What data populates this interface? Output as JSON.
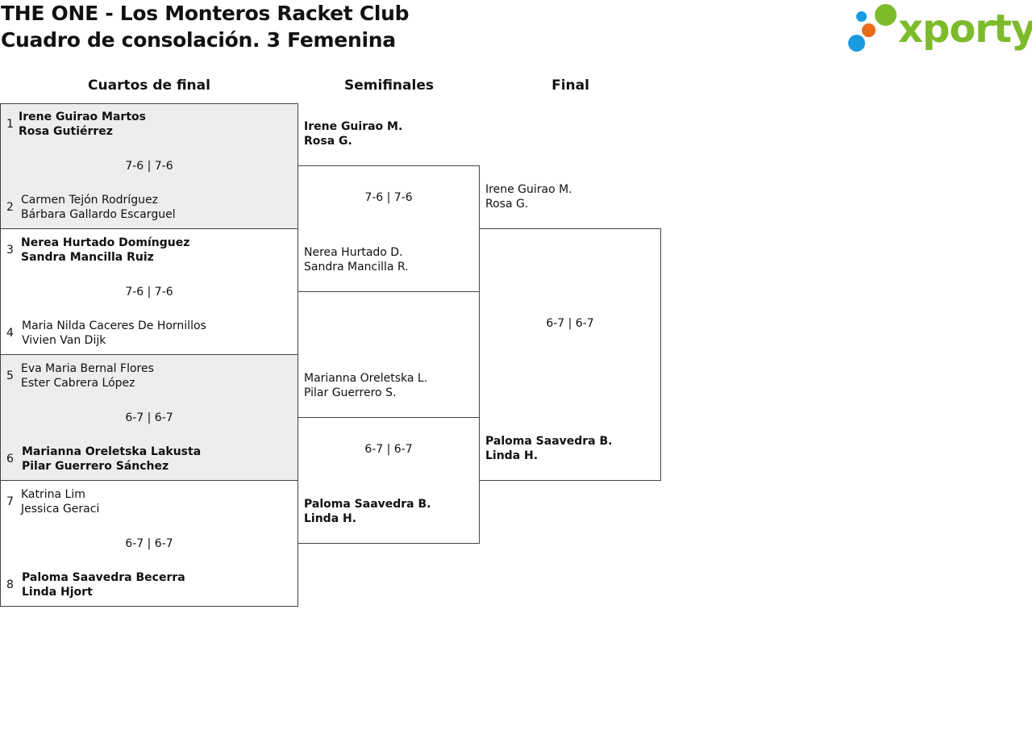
{
  "header": {
    "title": "THE ONE - Los Monteros Racket Club",
    "subtitle": "Cuadro de consolación. 3 Femenina",
    "logo_text": "xporty",
    "logo_colors": {
      "green": "#7dbb2b",
      "blue": "#1a9be0",
      "orange": "#ea6a1c"
    }
  },
  "rounds": {
    "quarterfinals": "Cuartos de final",
    "semifinals": "Semifinales",
    "final": "Final"
  },
  "quarterfinals": [
    {
      "shaded": true,
      "top": {
        "seed": "1",
        "p1": "Irene Guirao Martos",
        "p2": "Rosa Gutiérrez",
        "winner": true
      },
      "score": "7-6 | 7-6",
      "bottom": {
        "seed": "2",
        "p1": "Carmen Tejón Rodríguez",
        "p2": "Bárbara Gallardo Escarguel",
        "winner": false
      }
    },
    {
      "shaded": false,
      "top": {
        "seed": "3",
        "p1": "Nerea Hurtado Domínguez",
        "p2": "Sandra Mancilla Ruiz",
        "winner": true
      },
      "score": "7-6 | 7-6",
      "bottom": {
        "seed": "4",
        "p1": "Maria Nilda Caceres De Hornillos",
        "p2": "Vivien Van Dijk",
        "winner": false
      }
    },
    {
      "shaded": true,
      "top": {
        "seed": "5",
        "p1": "Eva Maria Bernal Flores",
        "p2": "Ester Cabrera López",
        "winner": false
      },
      "score": "6-7 | 6-7",
      "bottom": {
        "seed": "6",
        "p1": "Marianna Oreletska Lakusta",
        "p2": "Pilar Guerrero Sánchez",
        "winner": true
      }
    },
    {
      "shaded": false,
      "top": {
        "seed": "7",
        "p1": "Katrina Lim",
        "p2": "Jessica Geraci",
        "winner": false
      },
      "score": "6-7 | 6-7",
      "bottom": {
        "seed": "8",
        "p1": "Paloma Saavedra Becerra",
        "p2": "Linda Hjort",
        "winner": true
      }
    }
  ],
  "semifinals": [
    {
      "top": {
        "p1": "Irene Guirao M.",
        "p2": "Rosa G.",
        "winner": true
      },
      "score": "7-6 | 7-6",
      "bottom": {
        "p1": "Nerea Hurtado D.",
        "p2": "Sandra Mancilla R.",
        "winner": false
      }
    },
    {
      "top": {
        "p1": "Marianna Oreletska L.",
        "p2": "Pilar Guerrero S.",
        "winner": false
      },
      "score": "6-7 | 6-7",
      "bottom": {
        "p1": "Paloma Saavedra B.",
        "p2": "Linda H.",
        "winner": true
      }
    }
  ],
  "final": {
    "top": {
      "p1": "Irene Guirao M.",
      "p2": "Rosa G.",
      "winner": false
    },
    "score": "6-7 | 6-7",
    "bottom": {
      "p1": "Paloma Saavedra B.",
      "p2": "Linda H.",
      "winner": true
    }
  }
}
